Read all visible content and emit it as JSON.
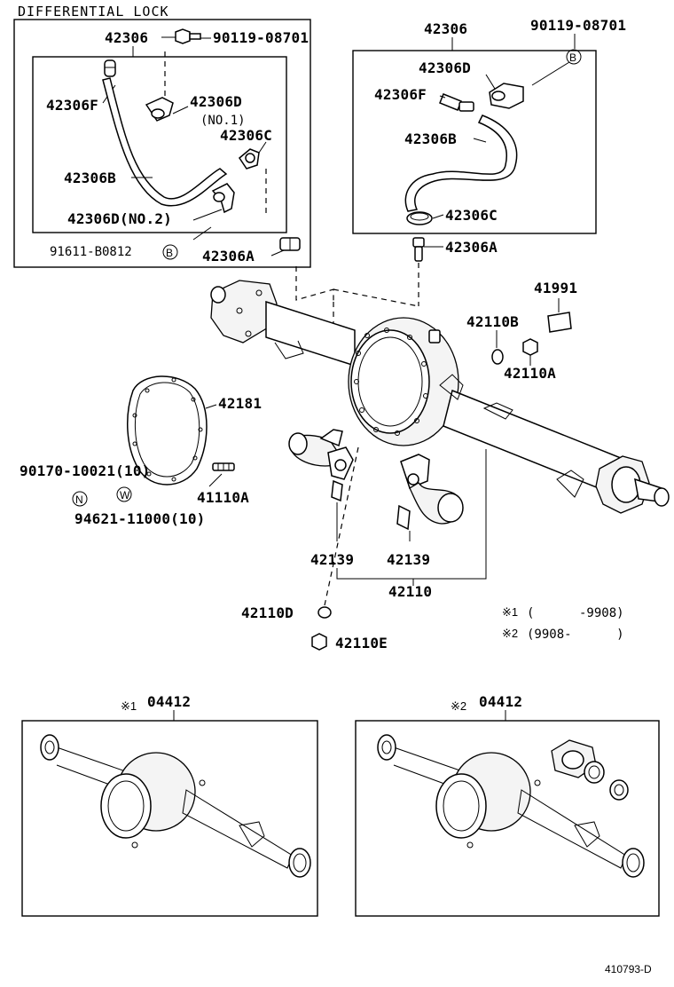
{
  "header": {
    "section_title": "DIFFERENTIAL LOCK"
  },
  "labels": {
    "l42306_left": "42306",
    "l90119_left": "90119-08701",
    "l42306F_left": "42306F",
    "l42306D_left": "42306D",
    "l_no1": "(NO.1)",
    "l42306C_left": "42306C",
    "l42306B_left": "42306B",
    "l42306D_no2": "42306D(NO.2)",
    "l91611": "91611-B0812",
    "l42306A_left": "42306A",
    "l42306_right": "42306",
    "l90119_right": "90119-08701",
    "l42306D_right": "42306D",
    "l42306F_right": "42306F",
    "l42306B_right": "42306B",
    "l42306C_right": "42306C",
    "l42306A_right": "42306A",
    "l41991": "41991",
    "l42110B": "42110B",
    "l42110A": "42110A",
    "l42181": "42181",
    "l90170": "90170-10021(10)",
    "l41110A": "41110A",
    "l94621": "94621-11000(10)",
    "l42139_a": "42139",
    "l42139_b": "42139",
    "l42110": "42110",
    "l42110D": "42110D",
    "l42110E": "42110E",
    "l04412_a": "04412",
    "l04412_b": "04412",
    "ref_code": "410793-D"
  },
  "markers": {
    "b_left": "B",
    "b_right": "B",
    "n": "N",
    "w": "W",
    "mark1": "※1",
    "mark2": "※2",
    "kit1_mark": "※1",
    "kit2_mark": "※2"
  },
  "notes": {
    "note1": "(      -9908)",
    "note2": "(9908-      )"
  }
}
